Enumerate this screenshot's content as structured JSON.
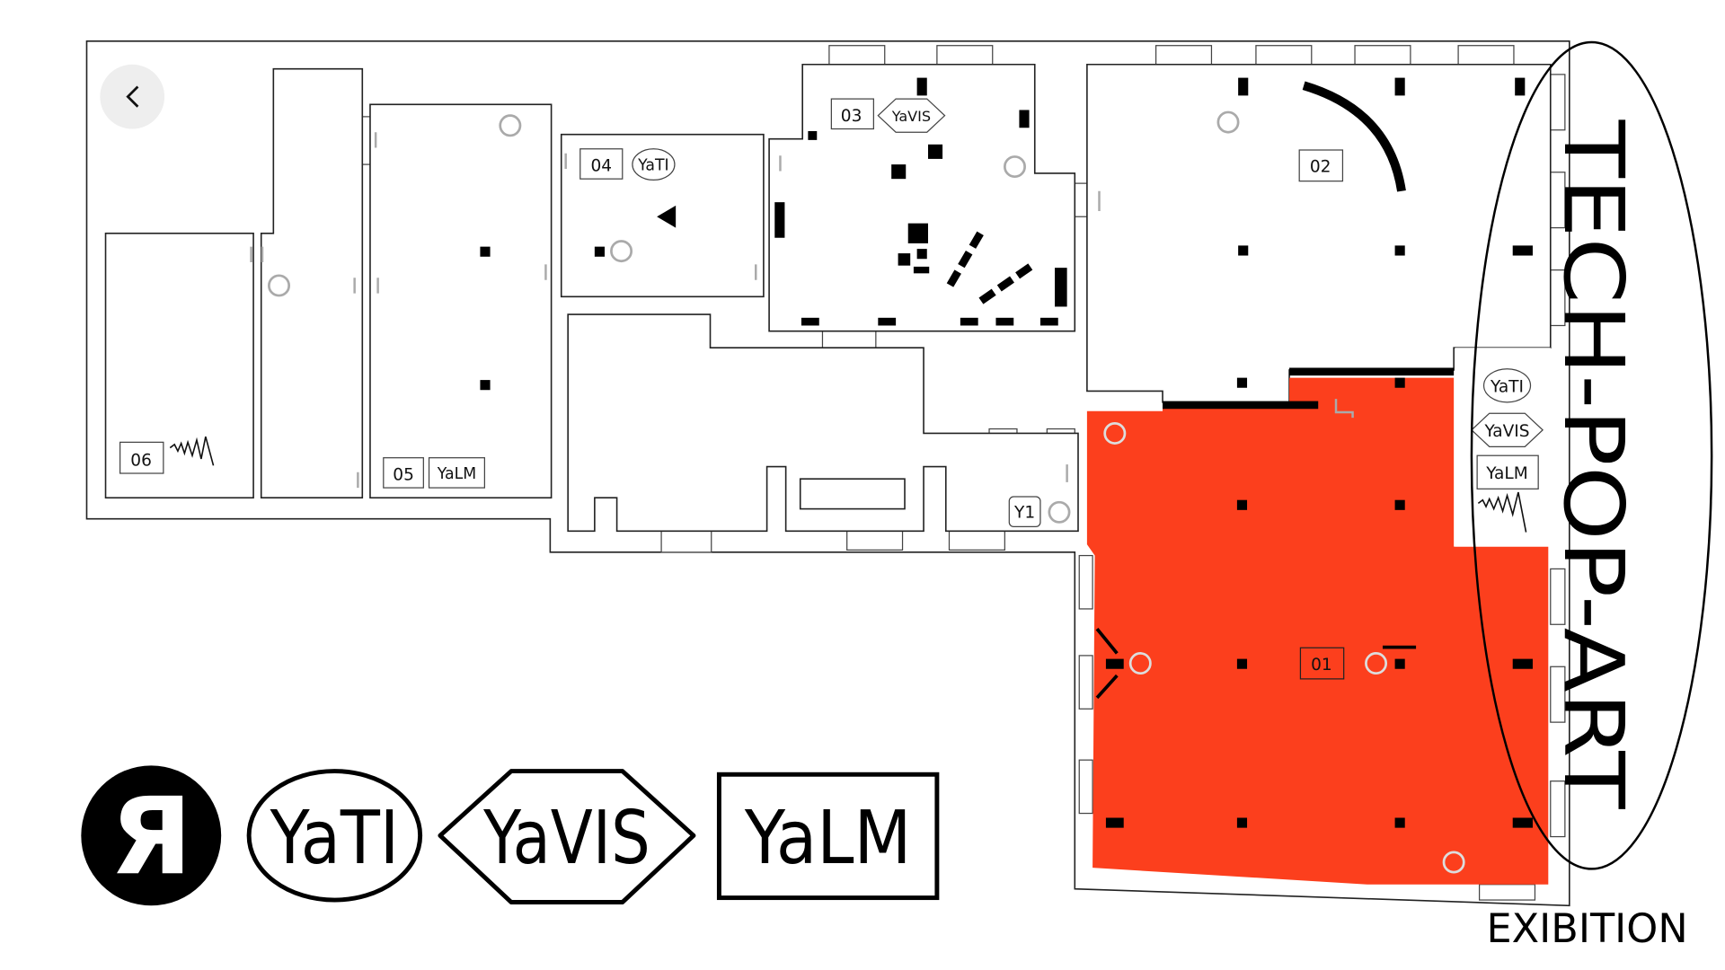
{
  "colors": {
    "highlight": "#FC3F1D",
    "wall": "#222222",
    "poi": "#AAAAAA",
    "back_bg": "#EEEEEE"
  },
  "nav": {
    "back_icon": "chevron-left-icon"
  },
  "rooms": {
    "r01": "01",
    "r02": "02",
    "r03": "03",
    "r04": "04",
    "r05": "05",
    "r06": "06",
    "y1": "Y1"
  },
  "tags": {
    "yati": "YaTI",
    "yavis": "YaVIS",
    "yalm": "YaLM"
  },
  "exhibition": {
    "title": "TECH-POP-ART",
    "subtitle": "EXIBITION"
  },
  "legend": {
    "logo": "Я",
    "yati": "YaTI",
    "yavis": "YaVIS",
    "yalm": "YaLM"
  }
}
